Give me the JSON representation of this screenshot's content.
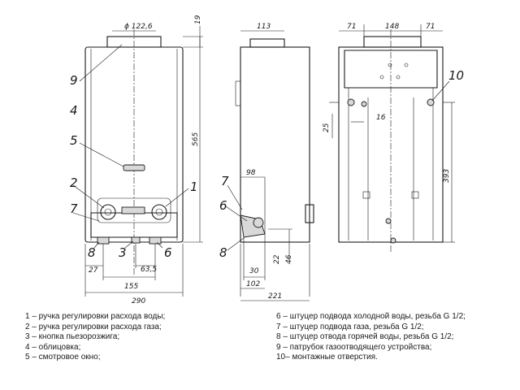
{
  "dimensions": {
    "front": {
      "flue_diameter": "ϕ 122,6",
      "top_offset": "19",
      "height": "565",
      "d27": "27",
      "d63_5": "63,5",
      "d155": "155",
      "width": "290"
    },
    "side": {
      "top_width": "113",
      "d98": "98",
      "d22": "22",
      "d46": "46",
      "d30": "30",
      "d102": "102",
      "depth": "221"
    },
    "back": {
      "d71_left": "71",
      "d148": "148",
      "d71_right": "71",
      "d16": "16",
      "d25": "25",
      "d393": "393"
    }
  },
  "callouts": {
    "n1": "1",
    "n2": "2",
    "n3": "3",
    "n4": "4",
    "n5": "5",
    "n6": "6",
    "n7": "7",
    "n8": "8",
    "n9": "9",
    "n10": "10",
    "side_n6": "6",
    "side_n7": "7",
    "side_n8": "8"
  },
  "legend": {
    "left": [
      "1 – ручка регулировки расхода воды;",
      "2 – ручка регулировки расхода газа;",
      "3 – кнопка пьезорозжига;",
      "4 – облицовка;",
      "5 – смотровое окно;"
    ],
    "right": [
      "6 – штуцер подвода холодной воды, резьба G 1/2;",
      "7 – штуцер подвода газа, резьба G 1/2;",
      "8 – штуцер отвода горячей воды, резьба G 1/2;",
      "9 – патрубок газоотводящего устройства;",
      "10– монтажные отверстия."
    ]
  }
}
